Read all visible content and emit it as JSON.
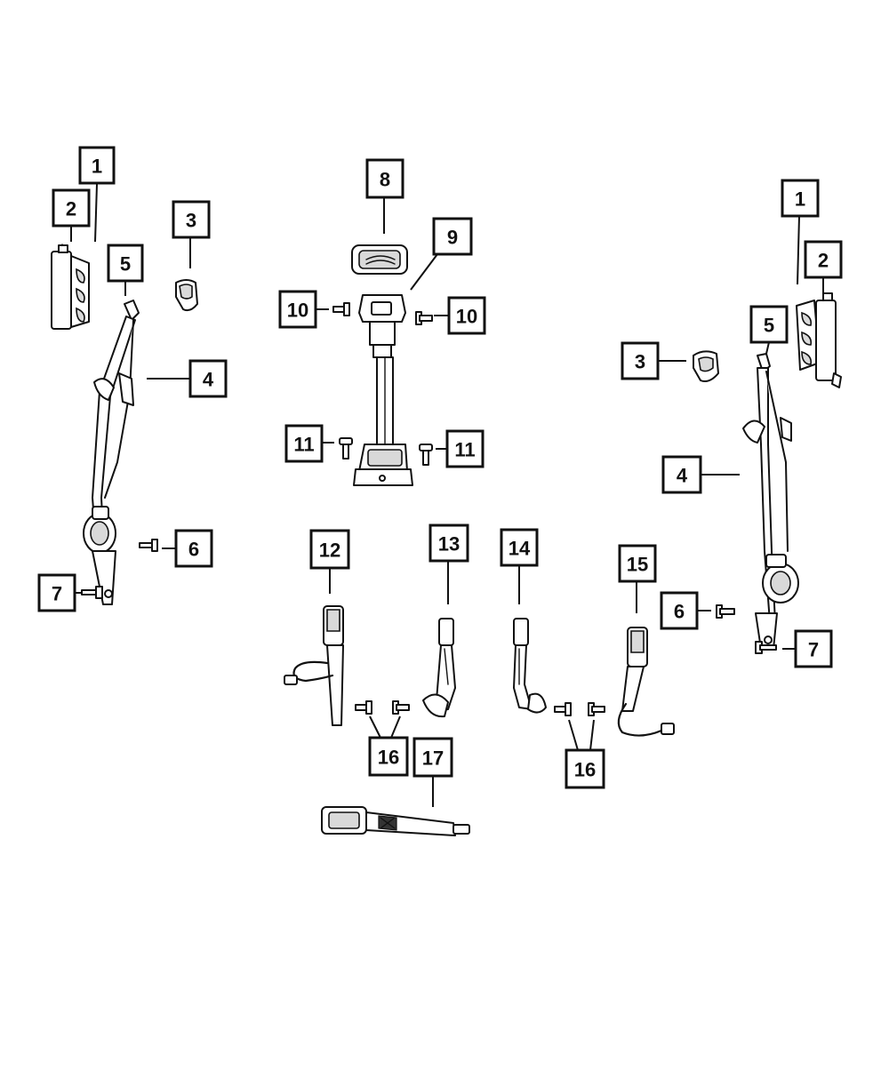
{
  "callouts": [
    {
      "label": "1"
    },
    {
      "label": "2"
    },
    {
      "label": "3"
    },
    {
      "label": "5"
    },
    {
      "label": "4"
    },
    {
      "label": "6"
    },
    {
      "label": "7"
    },
    {
      "label": "8"
    },
    {
      "label": "9"
    },
    {
      "label": "10"
    },
    {
      "label": "10"
    },
    {
      "label": "11"
    },
    {
      "label": "11"
    },
    {
      "label": "1"
    },
    {
      "label": "2"
    },
    {
      "label": "5"
    },
    {
      "label": "3"
    },
    {
      "label": "4"
    },
    {
      "label": "6"
    },
    {
      "label": "7"
    },
    {
      "label": "12"
    },
    {
      "label": "13"
    },
    {
      "label": "14"
    },
    {
      "label": "15"
    },
    {
      "label": "16"
    },
    {
      "label": "16"
    },
    {
      "label": "17"
    }
  ]
}
